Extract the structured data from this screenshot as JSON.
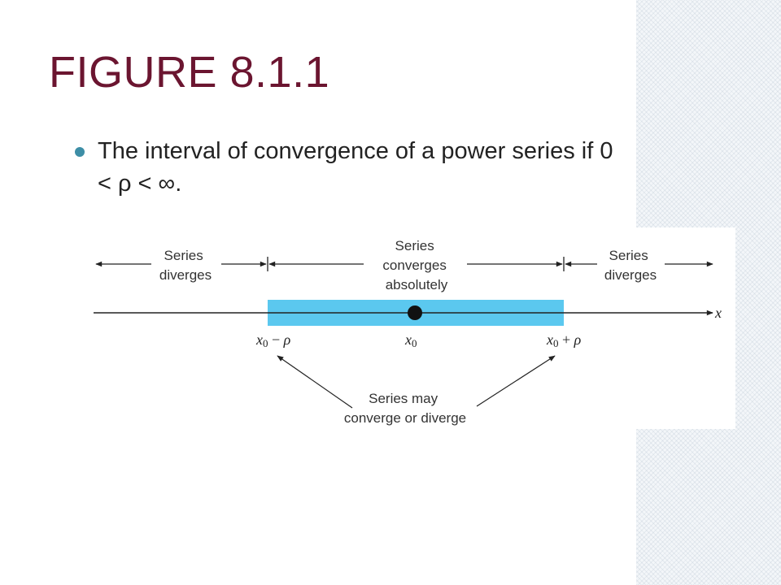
{
  "slide": {
    "title": "FIGURE 8.1.1",
    "bullet_text": "The interval of convergence of a power series if 0 < ρ < ∞."
  },
  "figure": {
    "left_region": [
      "Series",
      "diverges"
    ],
    "center_region": [
      "Series",
      "converges",
      "absolutely"
    ],
    "right_region": [
      "Series",
      "diverges"
    ],
    "axis_label": "x",
    "center_symbol": "x",
    "center_subscript": "0",
    "left_endpoint": {
      "var": "x",
      "sub": "0",
      "op": " − ",
      "param": "ρ"
    },
    "right_endpoint": {
      "var": "x",
      "sub": "0",
      "op": " + ",
      "param": "ρ"
    },
    "endpoint_note": [
      "Series may",
      "converge or diverge"
    ],
    "interval_color": "#5bc8ef",
    "center_point_color": "#111111"
  },
  "colors": {
    "title": "#6b1530",
    "bullet": "#3d8ea6",
    "text": "#222222"
  }
}
